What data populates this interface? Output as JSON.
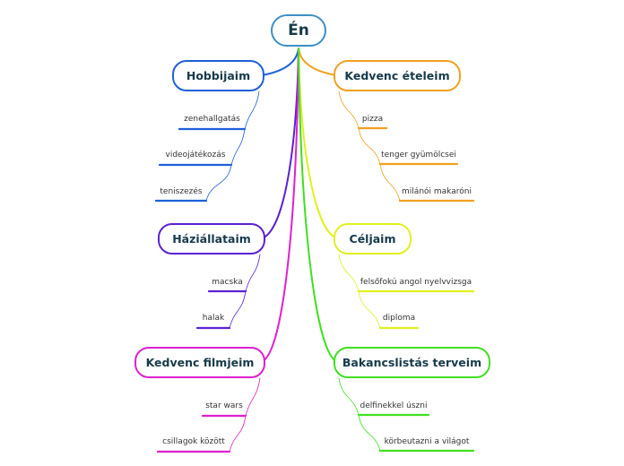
{
  "central": {
    "label": "Én",
    "color": "#3d8fc7"
  },
  "branches": [
    {
      "key": "hobbies",
      "label": "Hobbijaim",
      "color": "#1f5fdb",
      "items": [
        "zenehallgatás",
        "videojátékozás",
        "teniszezés"
      ]
    },
    {
      "key": "pets",
      "label": "Háziállataim",
      "color": "#5a22d4",
      "items": [
        "macska",
        "halak"
      ]
    },
    {
      "key": "movies",
      "label": "Kedvenc filmjeim",
      "color": "#e020d0",
      "items": [
        "star wars",
        "csillagok között"
      ]
    },
    {
      "key": "foods",
      "label": "Kedvenc ételeim",
      "color": "#f2a020",
      "items": [
        "pizza",
        "tenger gyümölcsei",
        "milánói makaróni"
      ]
    },
    {
      "key": "goals",
      "label": "Céljaim",
      "color": "#e0f020",
      "items": [
        "felsőfokú angol nyelvvizsga",
        "diploma"
      ]
    },
    {
      "key": "bucket",
      "label": "Bakancslistás terveim",
      "color": "#40e020",
      "items": [
        "delfinekkel úszni",
        "körbeutazni a világot"
      ]
    }
  ]
}
